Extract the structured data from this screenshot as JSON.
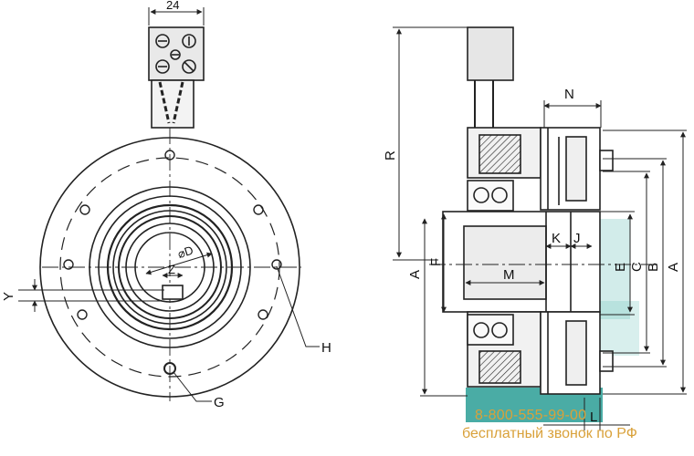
{
  "front_view": {
    "labels": {
      "width_dim": "24",
      "bore": "⌀D",
      "keyway": "Z",
      "y": "Y",
      "h": "H",
      "g": "G"
    }
  },
  "side_view": {
    "labels": {
      "n": "N",
      "r": "R",
      "a_left": "A",
      "f": "F",
      "k": "K",
      "j": "J",
      "m": "M",
      "e": "E",
      "c": "C",
      "b": "B",
      "a_right": "A",
      "l": "L"
    }
  },
  "contact": {
    "phone": "8-800-555-99-00",
    "free_call": "бесплатный звонок по РФ"
  },
  "colors": {
    "line": "#222222",
    "teal": "#2a9d95",
    "watermark": "#7ec9c2",
    "contact_text": "#d9a13a"
  }
}
